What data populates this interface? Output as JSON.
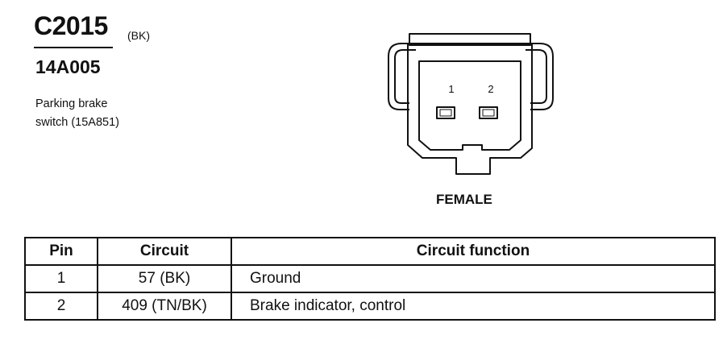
{
  "header": {
    "connector_id": "C2015",
    "color_code": "(BK)",
    "part_number": "14A005",
    "description_line1": "Parking brake",
    "description_line2": "switch (15A851)"
  },
  "diagram": {
    "pin_labels": [
      "1",
      "2"
    ],
    "gender": "FEMALE"
  },
  "table": {
    "headers": [
      "Pin",
      "Circuit",
      "Circuit function"
    ],
    "rows": [
      [
        "1",
        "57 (BK)",
        "Ground"
      ],
      [
        "2",
        "409 (TN/BK)",
        "Brake indicator, control"
      ]
    ]
  }
}
